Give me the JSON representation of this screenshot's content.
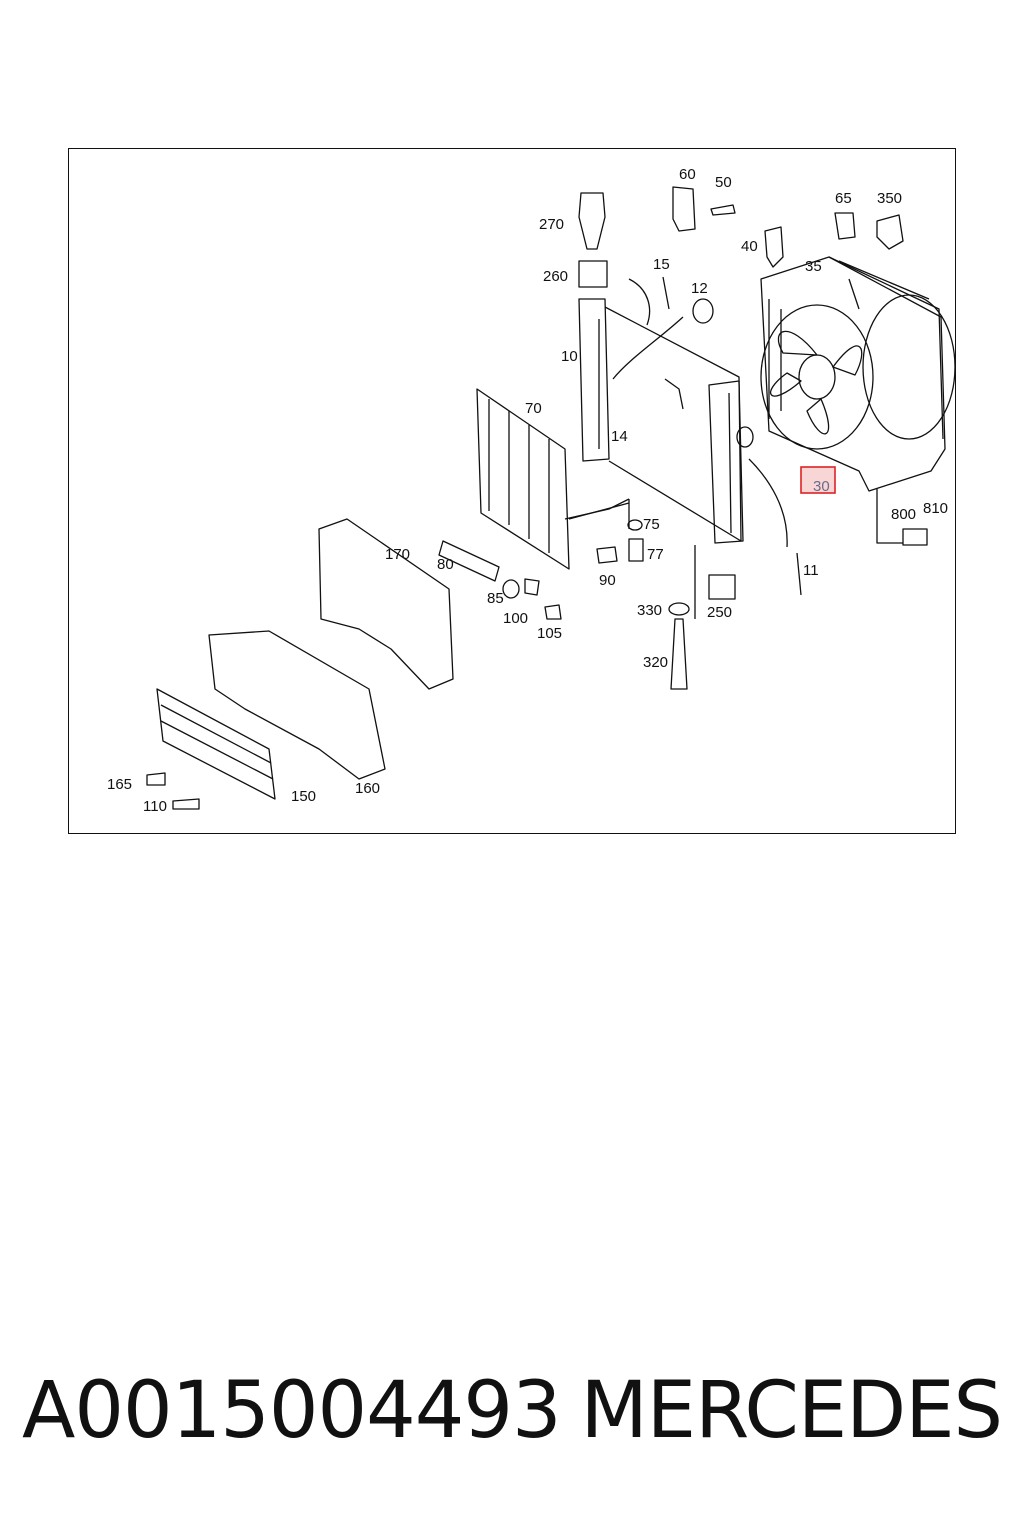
{
  "diagram": {
    "highlighted_part": "30",
    "callouts": [
      {
        "id": "60",
        "label": "60"
      },
      {
        "id": "50",
        "label": "50"
      },
      {
        "id": "65",
        "label": "65"
      },
      {
        "id": "350",
        "label": "350"
      },
      {
        "id": "270",
        "label": "270"
      },
      {
        "id": "40",
        "label": "40"
      },
      {
        "id": "35",
        "label": "35"
      },
      {
        "id": "260",
        "label": "260"
      },
      {
        "id": "15",
        "label": "15"
      },
      {
        "id": "12",
        "label": "12"
      },
      {
        "id": "10",
        "label": "10"
      },
      {
        "id": "70",
        "label": "70"
      },
      {
        "id": "14",
        "label": "14"
      },
      {
        "id": "30",
        "label": "30"
      },
      {
        "id": "800",
        "label": "800"
      },
      {
        "id": "810",
        "label": "810"
      },
      {
        "id": "75",
        "label": "75"
      },
      {
        "id": "170",
        "label": "170"
      },
      {
        "id": "77",
        "label": "77"
      },
      {
        "id": "80",
        "label": "80"
      },
      {
        "id": "90",
        "label": "90"
      },
      {
        "id": "11",
        "label": "11"
      },
      {
        "id": "85",
        "label": "85"
      },
      {
        "id": "330",
        "label": "330"
      },
      {
        "id": "250",
        "label": "250"
      },
      {
        "id": "100",
        "label": "100"
      },
      {
        "id": "105",
        "label": "105"
      },
      {
        "id": "320",
        "label": "320"
      },
      {
        "id": "165",
        "label": "165"
      },
      {
        "id": "110",
        "label": "110"
      },
      {
        "id": "150",
        "label": "150"
      },
      {
        "id": "160",
        "label": "160"
      }
    ]
  },
  "footer": {
    "part_number": "A0015004493",
    "brand": "MERCEDES"
  }
}
